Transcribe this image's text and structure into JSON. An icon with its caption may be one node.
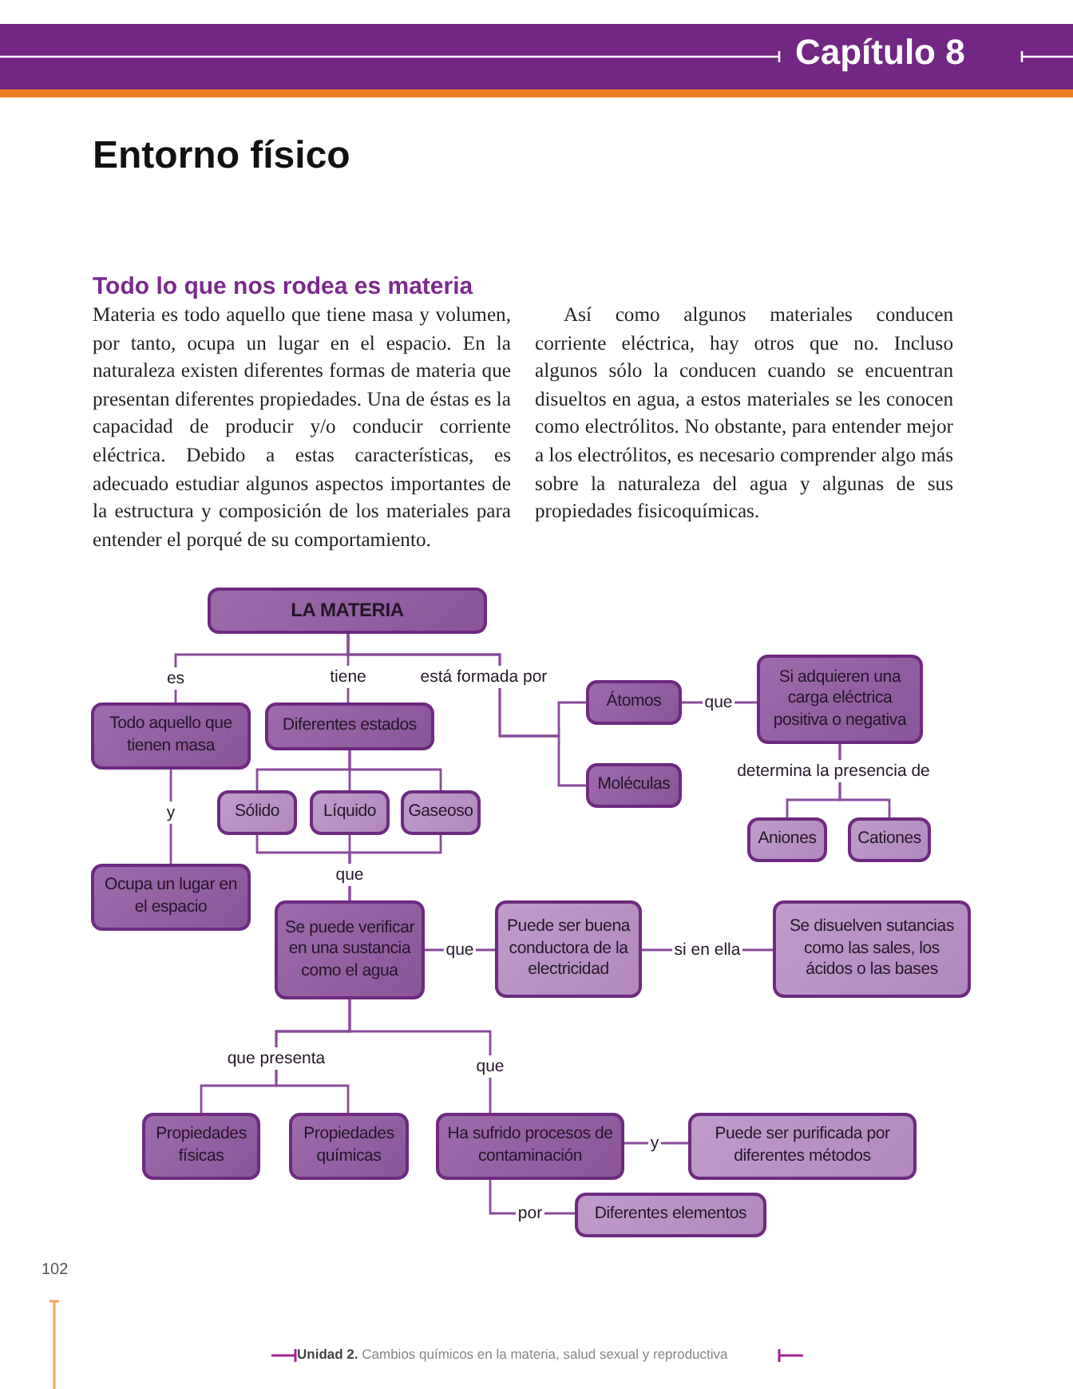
{
  "diagram": {
    "title": "Entorno físico",
    "nodes": [
      {
        "text": [
          "LA MATERIA"
        ]
      },
      {
        "text": [
          "Todo aquello que tienen masa"
        ]
      },
      {
        "text": [
          "Diferentes estados"
        ]
      },
      {
        "text": [
          "Sólido"
        ]
      },
      {
        "text": [
          "Líquido"
        ]
      },
      {
        "text": [
          "Gaseoso"
        ]
      },
      {
        "text": [
          "Átomos"
        ]
      },
      {
        "text": [
          "Moléculas"
        ]
      },
      {
        "text": [
          "Si adquieren una carga eléctrica positiva o negativa"
        ]
      },
      {
        "text": [
          "Aniones"
        ]
      },
      {
        "text": [
          "Cationes"
        ]
      },
      {
        "text": [
          "Ocupa un lugar en el espacio"
        ]
      },
      {
        "text": [
          "Se puede verificar en una sustancia como el agua"
        ]
      },
      {
        "text": [
          "Puede ser buena conductora de la electricidad"
        ]
      },
      {
        "text": [
          "Se disuelven sutancias como las sales, los ácidos o las bases"
        ]
      },
      {
        "text": [
          "Propiedades físicas"
        ]
      },
      {
        "text": [
          "Propiedades químicas"
        ]
      },
      {
        "text": [
          "Ha sufrido procesos de contaminación"
        ]
      },
      {
        "text": [
          "Puede ser purificada por diferentes métodos"
        ]
      },
      {
        "text": [
          "Diferentes elementos"
        ]
      }
    ],
    "edges": [
      {
        "from": 0,
        "to": 1,
        "arrow": "none",
        "label": "es"
      },
      {
        "from": 0,
        "to": 2,
        "arrow": "none",
        "label": "tiene"
      },
      {
        "from": 0,
        "to": 6,
        "arrow": "none",
        "label": "está formada por"
      },
      {
        "from": 0,
        "to": 7,
        "arrow": "none"
      },
      {
        "from": 1,
        "to": 11,
        "arrow": "none",
        "label": "y"
      },
      {
        "from": 2,
        "to": 3,
        "arrow": "none"
      },
      {
        "from": 2,
        "to": 4,
        "arrow": "none"
      },
      {
        "from": 2,
        "to": 5,
        "arrow": "none"
      },
      {
        "from": 3,
        "to": 12,
        "arrow": "none"
      },
      {
        "from": 4,
        "to": 12,
        "arrow": "none",
        "label": "que"
      },
      {
        "from": 5,
        "to": 12,
        "arrow": "none"
      },
      {
        "from": 6,
        "to": 8,
        "arrow": "none",
        "label": "que"
      },
      {
        "from": 8,
        "to": 9,
        "arrow": "none",
        "label": "determina la presencia de"
      },
      {
        "from": 8,
        "to": 10,
        "arrow": "none"
      },
      {
        "from": 12,
        "to": 13,
        "arrow": "none",
        "label": "que"
      },
      {
        "from": 13,
        "to": 14,
        "arrow": "none",
        "label": "si en ella"
      },
      {
        "from": 12,
        "to": 15,
        "arrow": "none",
        "label": "que presenta"
      },
      {
        "from": 12,
        "to": 16,
        "arrow": "none"
      },
      {
        "from": 12,
        "to": 17,
        "arrow": "none",
        "label": "que"
      },
      {
        "from": 17,
        "to": 18,
        "arrow": "none",
        "label": "y"
      },
      {
        "from": 17,
        "to": 19,
        "arrow": "none",
        "label": "por"
      }
    ],
    "labels": [
      "Capítulo 8",
      "Todo lo que nos rodea es materia",
      "Materia es todo aquello que tiene masa y volumen, por tanto, ocupa un lugar en el espacio. En la naturaleza existen diferentes formas de materia que presentan diferentes propiedades. Una de éstas es la capacidad de producir y/o conducir corriente eléctrica. Debido a estas características, es adecuado estudiar algunos aspectos importantes de la estructura y composición de los materiales para entender el porqué de su comportamiento.",
      "Así como algunos materiales conducen corriente eléctrica, hay otros que no. Incluso algunos sólo la conducen cuando se encuentran disueltos en agua, a estos materiales se les conocen como electrólitos. No obstante, para entender mejor a los electrólitos, es necesario comprender algo más sobre la naturaleza del agua y algunas de sus propiedades fisicoquímicas.",
      "102",
      "**Unidad 2.** Cambios químicos en la materia, salud sexual y reproductiva"
    ]
  }
}
